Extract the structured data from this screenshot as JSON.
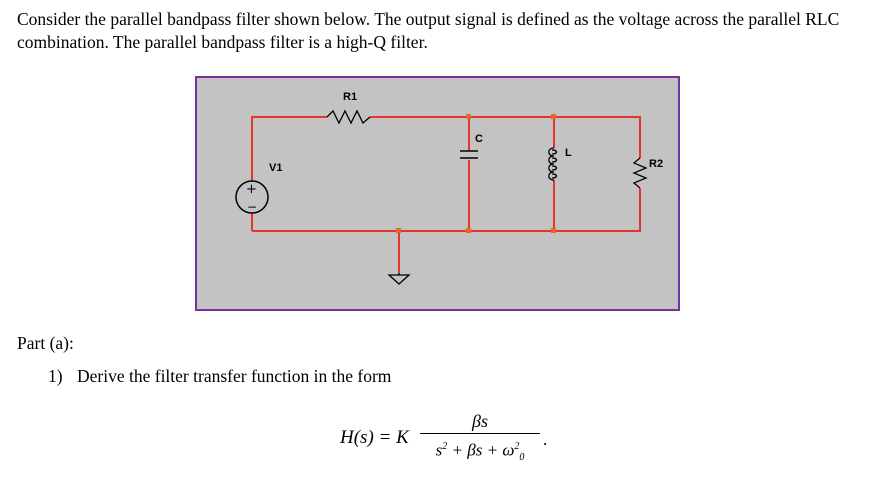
{
  "intro_text": "Consider the parallel bandpass filter shown below. The output signal is defined as the voltage across the parallel RLC combination. The parallel bandpass filter is a high-Q filter.",
  "circuit": {
    "labels": {
      "r1": "R1",
      "v1": "V1",
      "c": "C",
      "l": "L",
      "r2": "R2"
    },
    "source_plus": "+",
    "source_minus": "−",
    "colors": {
      "background": "#c3c3c3",
      "border": "#7a2f9a",
      "wire": "#e8322c",
      "node": "#e46a2a"
    }
  },
  "part": {
    "heading": "Part (a):",
    "question_number": "1)",
    "question_text": "Derive the filter transfer function in the form"
  },
  "formula": {
    "lhs": "H(s) = K",
    "numerator": "βs",
    "denominator_s": "s",
    "denominator_s_exp": "2",
    "denominator_mid": " + βs + ω",
    "denominator_omega_sub": "0",
    "denominator_omega_sup": "2",
    "trailing": "."
  }
}
